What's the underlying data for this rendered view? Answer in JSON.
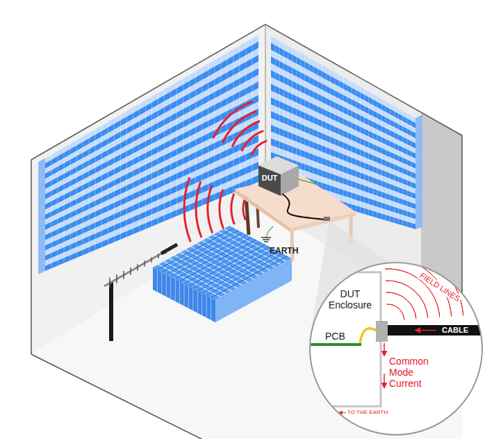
{
  "diagram": {
    "nodes": [
      {
        "text": [
          "DUT"
        ]
      },
      {
        "text": [
          "DUT Enclosure"
        ]
      },
      {
        "text": [
          "CABLE"
        ]
      }
    ],
    "labels": [
      "EARTH",
      "PCB",
      "Common Mode Current",
      "FIELD LINES",
      "TO THE EARTH"
    ]
  }
}
